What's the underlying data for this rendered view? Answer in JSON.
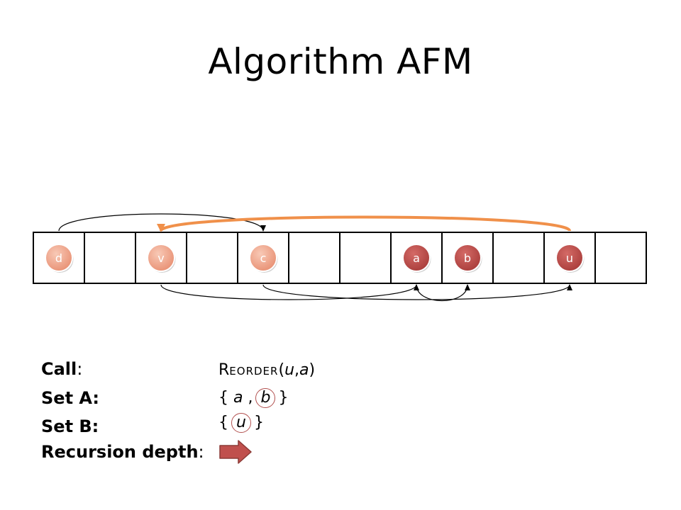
{
  "title": "Algorithm AFM",
  "colors": {
    "node_light": "#f2a98f",
    "node_dark": "#c0504d",
    "edge": "#000000",
    "highlight_edge": "#f0904a",
    "arrow_fill": "#c0504d",
    "circle_mark": "#b2504f"
  },
  "array": {
    "cells": [
      {
        "node": "d",
        "style": "light"
      },
      {
        "node": "",
        "style": ""
      },
      {
        "node": "v",
        "style": "light"
      },
      {
        "node": "",
        "style": ""
      },
      {
        "node": "c",
        "style": "light"
      },
      {
        "node": "",
        "style": ""
      },
      {
        "node": "",
        "style": ""
      },
      {
        "node": "a",
        "style": "dark"
      },
      {
        "node": "b",
        "style": "dark"
      },
      {
        "node": "",
        "style": ""
      },
      {
        "node": "u",
        "style": "dark"
      },
      {
        "node": "",
        "style": ""
      }
    ]
  },
  "edges": [
    {
      "from": "d",
      "to": "c",
      "side": "top",
      "style": "normal"
    },
    {
      "from": "u",
      "to": "v",
      "side": "top",
      "style": "highlight"
    },
    {
      "from": "v",
      "to": "a",
      "side": "bottom",
      "style": "normal"
    },
    {
      "from": "c",
      "to": "u",
      "side": "bottom",
      "style": "normal"
    },
    {
      "from": "a",
      "to": "b",
      "side": "bottom",
      "style": "normal"
    }
  ],
  "info": {
    "call_label": "Call",
    "call_colon": ":",
    "set_a_label": "Set A:",
    "set_b_label": "Set B:",
    "depth_label": "Recursion depth",
    "depth_colon": ":",
    "call_first": "R",
    "call_rest": "EORDER",
    "call_open": "(",
    "call_arg1": "u",
    "call_comma": ",",
    "call_arg2": "a",
    "call_close": ")",
    "set_a_open": "{",
    "set_a_item1": "a",
    "set_a_sep": ",",
    "set_a_item2": "b",
    "set_a_close": "}",
    "set_b_open": "{",
    "set_b_item1": "u",
    "set_b_close": "}"
  }
}
